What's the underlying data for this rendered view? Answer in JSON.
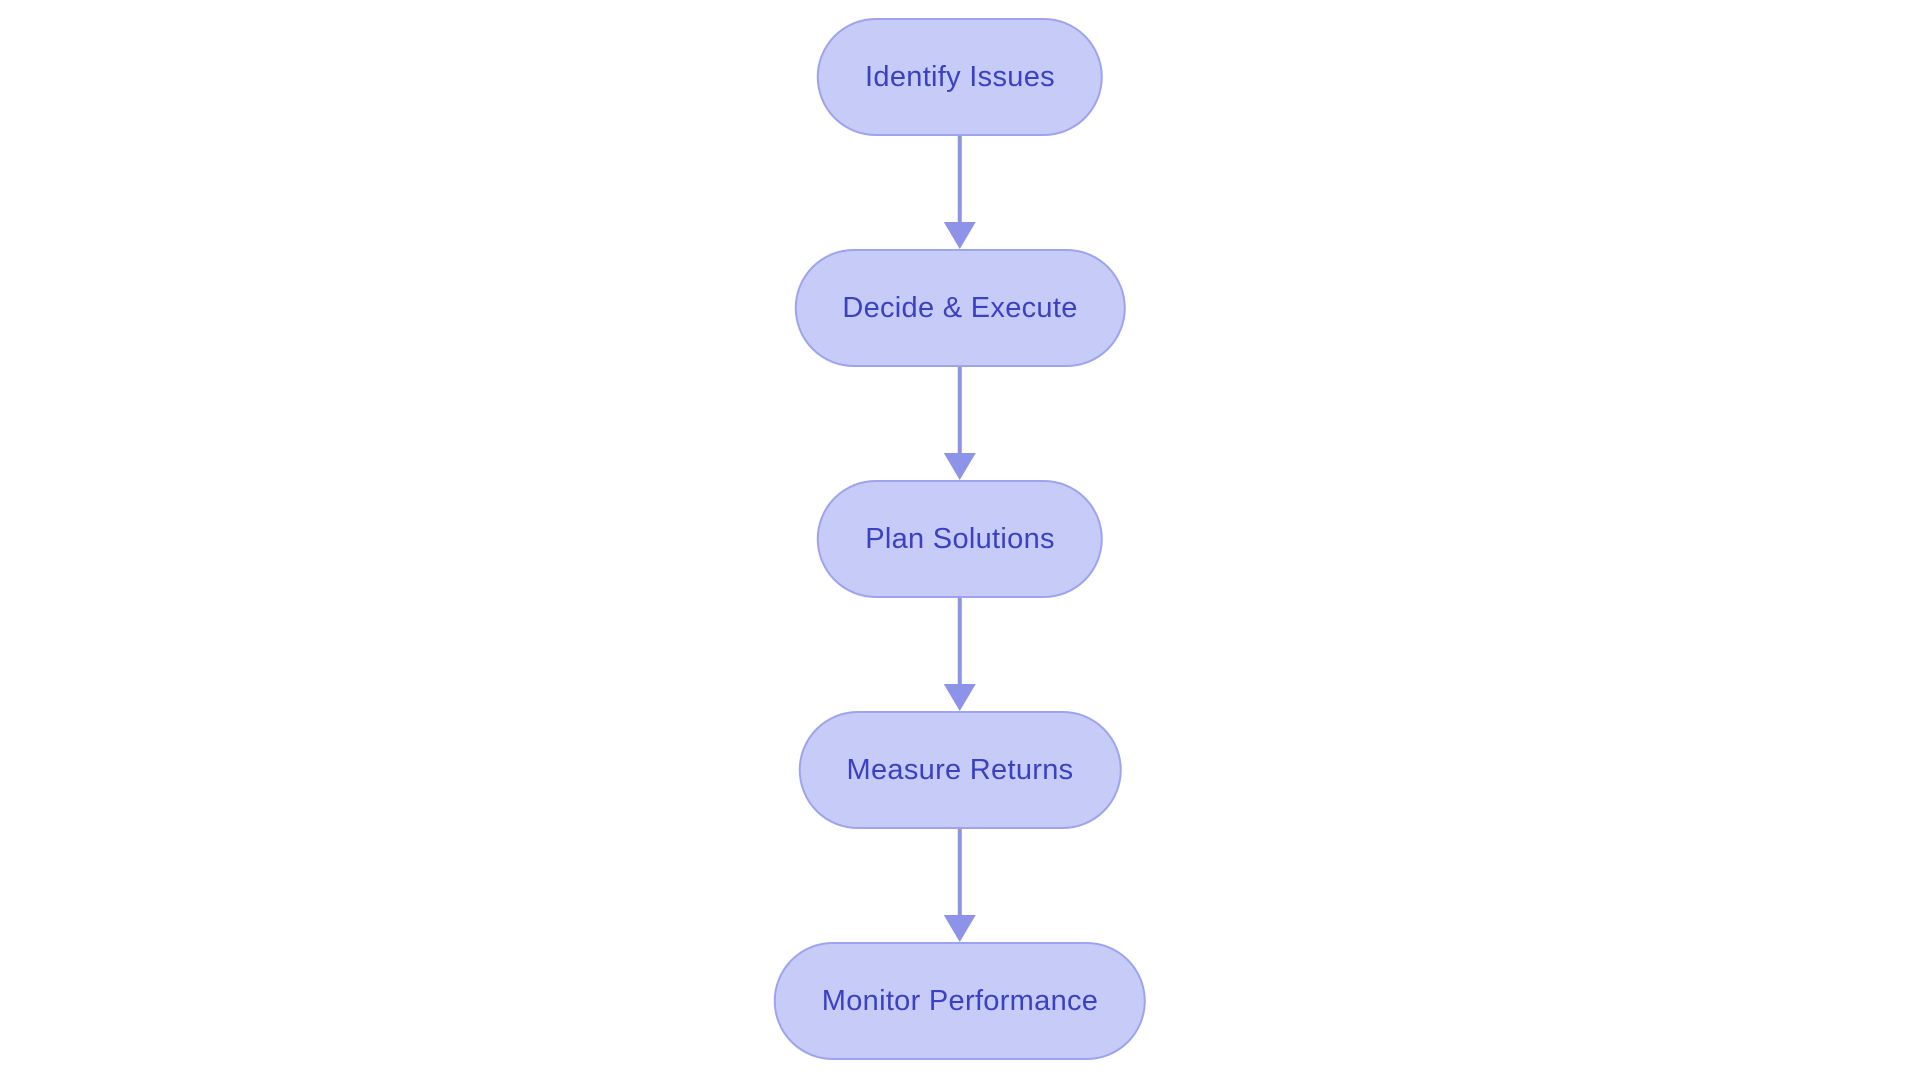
{
  "diagram": {
    "type": "flowchart",
    "direction": "top-to-bottom",
    "colors": {
      "background": "#ffffff",
      "node_fill": "#c7cbf7",
      "node_border": "#9da4ef",
      "node_text": "#3b41c3",
      "arrow": "#8c93e8"
    },
    "nodes": [
      {
        "id": "identify-issues",
        "label": "Identify Issues"
      },
      {
        "id": "decide-execute",
        "label": "Decide & Execute"
      },
      {
        "id": "plan-solutions",
        "label": "Plan Solutions"
      },
      {
        "id": "measure-returns",
        "label": "Measure Returns"
      },
      {
        "id": "monitor-performance",
        "label": "Monitor Performance"
      }
    ],
    "edges": [
      {
        "from": "identify-issues",
        "to": "decide-execute"
      },
      {
        "from": "decide-execute",
        "to": "plan-solutions"
      },
      {
        "from": "plan-solutions",
        "to": "measure-returns"
      },
      {
        "from": "measure-returns",
        "to": "monitor-performance"
      }
    ]
  }
}
